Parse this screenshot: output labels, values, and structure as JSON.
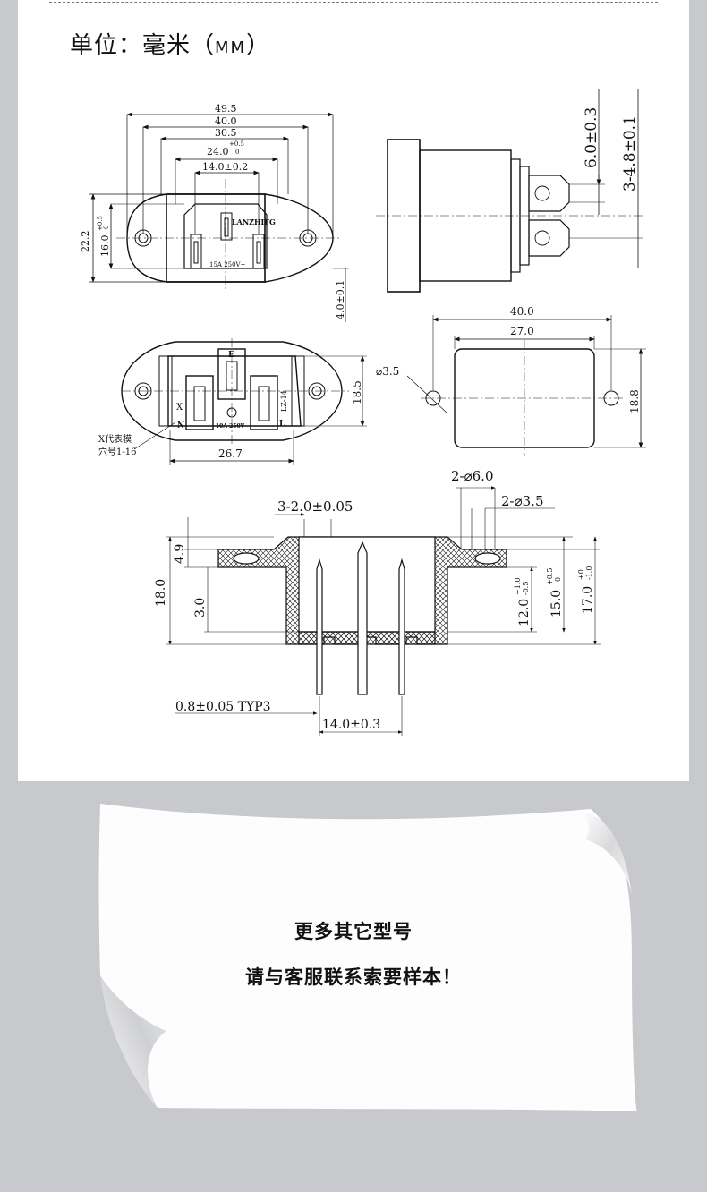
{
  "header": {
    "unit_label": "单位：毫米（",
    "unit_mm": "MM",
    "unit_close": "）"
  },
  "front_view": {
    "dim_49_5": "49.5",
    "dim_40_0": "40.0",
    "dim_30_5": "30.5",
    "dim_24_0": "24.0",
    "dim_24_0_tol_upper": "+0.5",
    "dim_24_0_tol_lower": "0",
    "dim_14_0": "14.0±0.2",
    "dim_22_2": "22.2",
    "dim_16_0": "16.0",
    "dim_16_0_tol_upper": "+0.5",
    "dim_16_0_tol_lower": "0",
    "dim_4_0": "4.0±0.1",
    "brand": "LANZHIFG",
    "rating": "15A 250V~"
  },
  "side_view": {
    "dim_6_0": "6.0±0.3",
    "dim_3_4_8": "3-4.8±0.1"
  },
  "back_view": {
    "label_e": "E",
    "label_n": "N",
    "label_l": "L",
    "label_x": "X",
    "model": "LZ-14",
    "rating": "10A 250V~",
    "dim_18_5": "18.5",
    "dim_26_7": "26.7",
    "note_line1": "X代表模",
    "note_line2": "穴号1-16"
  },
  "cutout_view": {
    "dim_40_0": "40.0",
    "dim_27_0": "27.0",
    "dim_hole": "⌀3.5",
    "dim_18_8": "18.8"
  },
  "section_view": {
    "dim_2_6_0": "2-⌀6.0",
    "dim_3_2_0": "3-2.0±0.05",
    "dim_2_3_5": "2-⌀3.5",
    "dim_4_9": "4.9",
    "dim_18_0": "18.0",
    "dim_3_0": "3.0",
    "dim_12_0": "12.0",
    "dim_12_0_tol_upper": "+1.0",
    "dim_12_0_tol_lower": "-0.5",
    "dim_15_0": "15.0",
    "dim_15_0_tol_upper": "+0.5",
    "dim_15_0_tol_lower": "0",
    "dim_17_0": "17.0",
    "dim_17_0_tol_upper": "+0",
    "dim_17_0_tol_lower": "-1.0",
    "dim_pin": "0.8±0.05 TYP3",
    "dim_14_0": "14.0±0.3"
  },
  "notice": {
    "line1": "更多其它型号",
    "line2": "请与客服联系索要样本！"
  }
}
